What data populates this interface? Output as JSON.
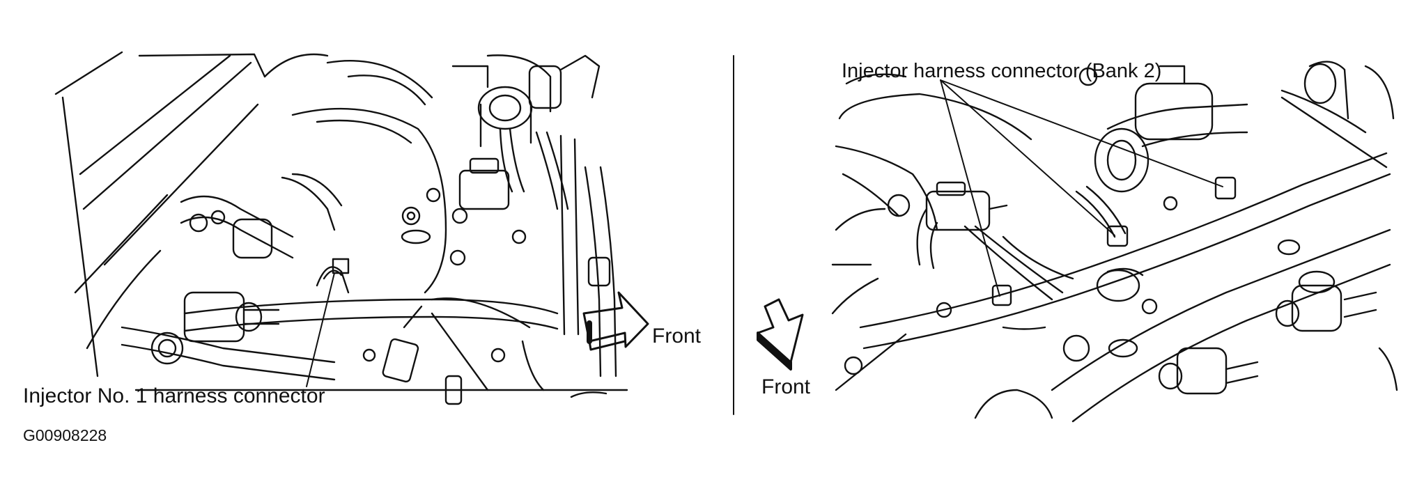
{
  "left_panel": {
    "label_injector_no1": "Injector No. 1 harness connector",
    "label_front": "Front"
  },
  "right_panel": {
    "label_injector_bank2": "Injector harness connector (Bank 2)",
    "label_front": "Front"
  },
  "figure_id": "G00908228",
  "colors": {
    "ink": "#111111",
    "paper": "#ffffff"
  }
}
